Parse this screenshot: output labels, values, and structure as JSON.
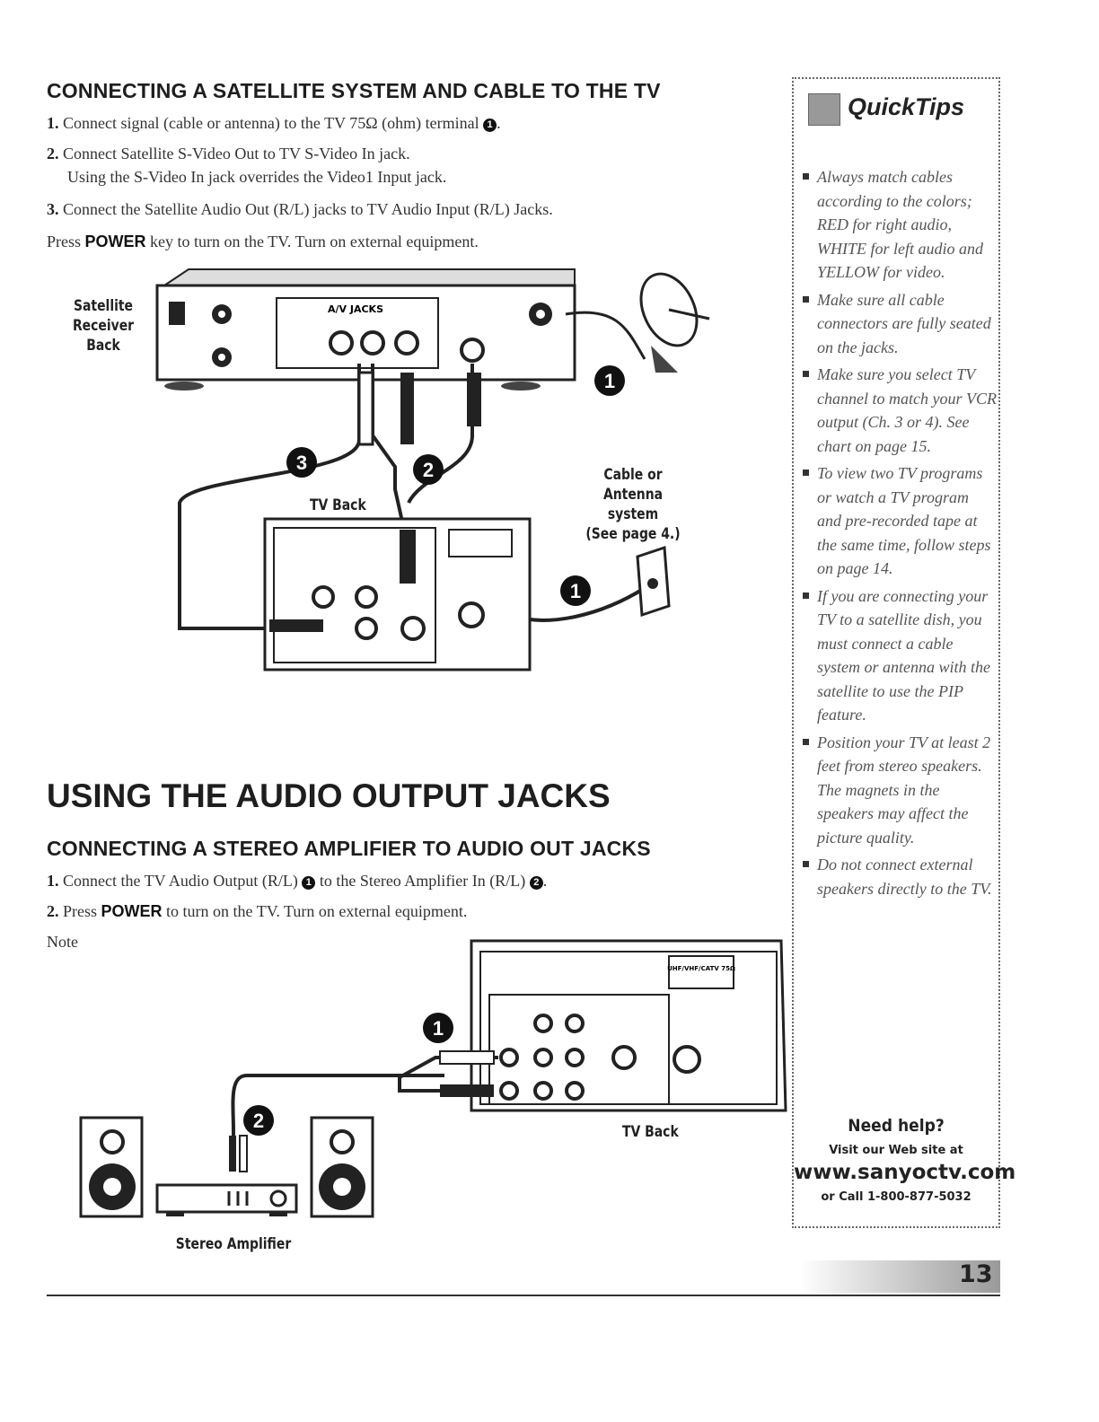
{
  "section1": {
    "title": "CONNECTING A SATELLITE SYSTEM AND CABLE TO THE TV",
    "steps": [
      {
        "num": "1.",
        "text": "Connect signal (cable or antenna) to the TV 75Ω (ohm) terminal",
        "marker": "1"
      },
      {
        "num": "2.",
        "text": "Connect Satellite S-Video Out to TV S-Video In jack.",
        "subtext": "Using the S-Video In jack overrides the Video1 Input jack."
      },
      {
        "num": "3.",
        "text": "Connect the Satellite Audio Out (R/L) jacks to TV Audio Input (R/L) Jacks."
      }
    ],
    "press": {
      "pre": "Press",
      "key": "POWER",
      "post": "key to turn on the TV. Turn on external equipment."
    }
  },
  "diagram1": {
    "receiver_label": [
      "Satellite",
      "Receiver",
      "Back"
    ],
    "tv_back_label": "TV Back",
    "cable_label": [
      "Cable or Antenna",
      "system",
      "(See page 4.)"
    ],
    "receiver_header": "A/V JACKS",
    "markers": [
      "1",
      "2",
      "3",
      "1"
    ]
  },
  "section2": {
    "title": "USING THE AUDIO OUTPUT JACKS",
    "subtitle": "CONNECTING A STEREO AMPLIFIER TO AUDIO OUT JACKS",
    "steps": [
      {
        "num": "1.",
        "pre": "Connect the TV Audio Output (R/L)",
        "mid": "to the Stereo Amplifier In (R/L)",
        "m1": "1",
        "m2": "2"
      },
      {
        "num": "2.",
        "pre": "Press",
        "key": "POWER",
        "post": "to turn on the TV. Turn on external equipment."
      }
    ],
    "note": "Note"
  },
  "diagram2": {
    "tv_back_label": "TV Back",
    "amp_label": "Stereo Amplifier",
    "uhf_label": "UHF/VHF/CATV 75Ω",
    "markers": [
      "1",
      "2"
    ]
  },
  "sidebar": {
    "title": "QuickTips",
    "tips": [
      [
        "Always match cables according to the colors; ",
        "RED",
        " for right audio, ",
        "WHITE",
        " for left audio and ",
        "YELLOW",
        " for video."
      ],
      [
        "Make sure all cable connectors are fully seated on the jacks."
      ],
      [
        "Make sure you select TV channel to match your VCR output (Ch. 3 or 4). See chart on page 15."
      ],
      [
        "To view two TV programs or watch a TV program and pre-recorded tape at the same time, follow steps on page 14."
      ],
      [
        "If you are connecting your TV to a satellite dish, you must connect a cable system or antenna with the satellite to use the PIP feature."
      ],
      [
        "Position your TV at least 2 feet from stereo speakers. The magnets in the speakers may affect the picture quality."
      ],
      [
        "Do not connect external speakers directly to the TV."
      ]
    ],
    "help_title": "Need help?",
    "help_line": "Visit our Web site at",
    "help_url": "www.sanyoctv.com",
    "help_call": "or Call 1-800-877-5032"
  },
  "page_number": "13"
}
